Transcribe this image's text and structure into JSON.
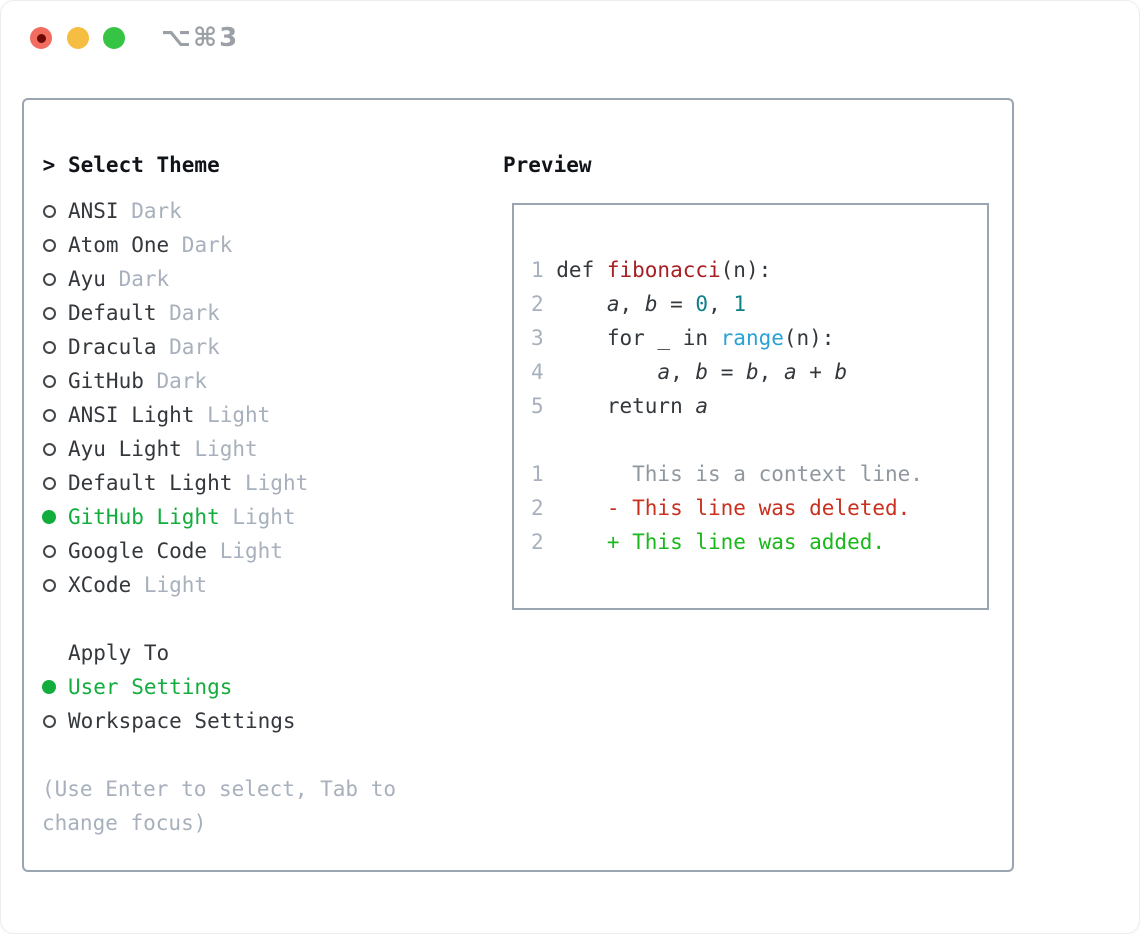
{
  "window": {
    "title": "⌥⌘3"
  },
  "colors": {
    "selection_green": "#12ad3d",
    "added_green": "#1bb81b",
    "deleted_red": "#c9301e",
    "function_red": "#a91e23",
    "builtin_blue": "#2aa2d8",
    "number_teal": "#0f7f88",
    "muted_gray": "#a7b0bc",
    "border_gray": "#9aa5b1",
    "traffic_red": "#f26c5f",
    "traffic_yellow": "#f5bd41",
    "traffic_green": "#35c444"
  },
  "left": {
    "prompt": ">",
    "header": "Select Theme",
    "themes": [
      {
        "name": "ANSI",
        "variant": "Dark",
        "selected": false
      },
      {
        "name": "Atom One",
        "variant": "Dark",
        "selected": false
      },
      {
        "name": "Ayu",
        "variant": "Dark",
        "selected": false
      },
      {
        "name": "Default",
        "variant": "Dark",
        "selected": false
      },
      {
        "name": "Dracula",
        "variant": "Dark",
        "selected": false
      },
      {
        "name": "GitHub",
        "variant": "Dark",
        "selected": false
      },
      {
        "name": "ANSI Light",
        "variant": "Light",
        "selected": false
      },
      {
        "name": "Ayu Light",
        "variant": "Light",
        "selected": false
      },
      {
        "name": "Default Light",
        "variant": "Light",
        "selected": false
      },
      {
        "name": "GitHub Light",
        "variant": "Light",
        "selected": true
      },
      {
        "name": "Google Code",
        "variant": "Light",
        "selected": false
      },
      {
        "name": "XCode",
        "variant": "Light",
        "selected": false
      }
    ],
    "apply_header": "Apply To",
    "apply_options": [
      {
        "label": "User Settings",
        "selected": true
      },
      {
        "label": "Workspace Settings",
        "selected": false
      }
    ],
    "hint_lines": [
      "(Use Enter to select, Tab to",
      "change focus)"
    ]
  },
  "preview": {
    "header": "Preview",
    "lines": [
      {
        "num": "1",
        "segments": [
          {
            "t": "def ",
            "c": "plain"
          },
          {
            "t": "fibonacci",
            "c": "func"
          },
          {
            "t": "(n):",
            "c": "plain"
          }
        ]
      },
      {
        "num": "2",
        "segments": [
          {
            "t": "    ",
            "c": "plain"
          },
          {
            "t": "a",
            "c": "var"
          },
          {
            "t": ", ",
            "c": "plain"
          },
          {
            "t": "b",
            "c": "var"
          },
          {
            "t": " = ",
            "c": "plain"
          },
          {
            "t": "0",
            "c": "num"
          },
          {
            "t": ", ",
            "c": "plain"
          },
          {
            "t": "1",
            "c": "num"
          }
        ]
      },
      {
        "num": "3",
        "segments": [
          {
            "t": "    for _ in ",
            "c": "plain"
          },
          {
            "t": "range",
            "c": "blue"
          },
          {
            "t": "(n):",
            "c": "plain"
          }
        ]
      },
      {
        "num": "4",
        "segments": [
          {
            "t": "        ",
            "c": "plain"
          },
          {
            "t": "a",
            "c": "var"
          },
          {
            "t": ", ",
            "c": "plain"
          },
          {
            "t": "b",
            "c": "var"
          },
          {
            "t": " = ",
            "c": "plain"
          },
          {
            "t": "b",
            "c": "var"
          },
          {
            "t": ", ",
            "c": "plain"
          },
          {
            "t": "a",
            "c": "var"
          },
          {
            "t": " + ",
            "c": "plain"
          },
          {
            "t": "b",
            "c": "var"
          }
        ]
      },
      {
        "num": "5",
        "segments": [
          {
            "t": "    return ",
            "c": "plain"
          },
          {
            "t": "a",
            "c": "var"
          }
        ]
      },
      {
        "num": "",
        "segments": []
      },
      {
        "num": "1",
        "segments": [
          {
            "t": "      This is a context line.",
            "c": "ctx"
          }
        ]
      },
      {
        "num": "2",
        "segments": [
          {
            "t": "    - This line was deleted.",
            "c": "del"
          }
        ]
      },
      {
        "num": "2",
        "segments": [
          {
            "t": "    + This line was added.",
            "c": "add"
          }
        ]
      }
    ]
  }
}
